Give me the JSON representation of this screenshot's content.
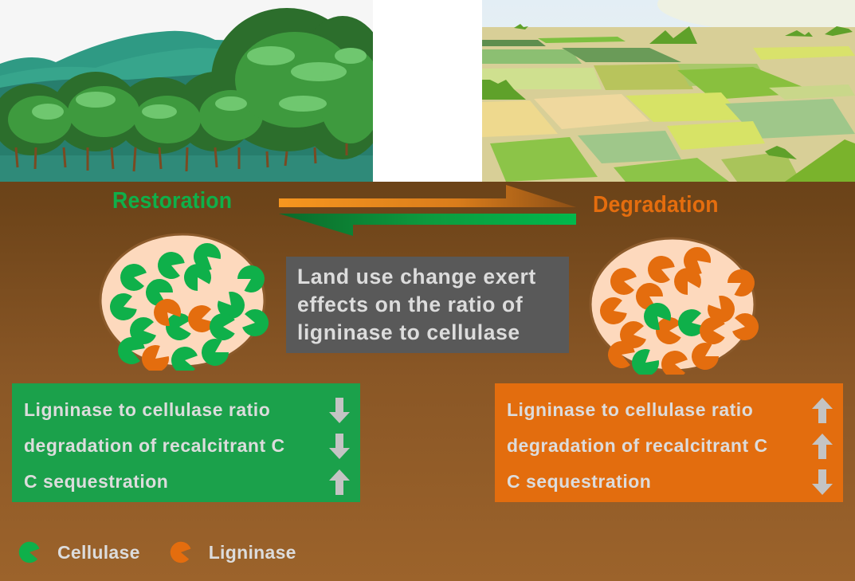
{
  "title": "Land use change and the ratio of ligninase to cellulase",
  "colors": {
    "cellulase": "#0fb04a",
    "ligninase": "#e46d0e",
    "restoration_panel": "#1ba14b",
    "degradation_panel": "#e36d0e",
    "center_box": "#595959",
    "text_light": "#dcdcdc",
    "arrow_trend": "#c4c4c4",
    "dish_fill": "#fdd9bd",
    "dish_rim": "#8b5a2b"
  },
  "scenes": {
    "left": {
      "name": "forest",
      "description": "forest landscape with mountains"
    },
    "right": {
      "name": "farmland",
      "description": "agricultural fields"
    }
  },
  "transition": {
    "restoration_label": "Restoration",
    "degradation_label": "Degradation",
    "forward_arrow": "toward-degradation",
    "reverse_arrow": "toward-restoration"
  },
  "center_text": {
    "lines": [
      "Land use change exert",
      "effects on the ratio of",
      "ligninase to cellulase"
    ]
  },
  "dishes": {
    "restoration": {
      "cellulase_count": 15,
      "ligninase_count": 3
    },
    "degradation": {
      "cellulase_count": 3,
      "ligninase_count": 15
    }
  },
  "effects": {
    "restoration": [
      {
        "label": "Ligninase to cellulase ratio",
        "trend": "down"
      },
      {
        "label": "degradation of recalcitrant C",
        "trend": "down"
      },
      {
        "label": "C sequestration",
        "trend": "up"
      }
    ],
    "degradation": [
      {
        "label": "Ligninase to cellulase ratio",
        "trend": "up"
      },
      {
        "label": "degradation of recalcitrant C",
        "trend": "up"
      },
      {
        "label": "C sequestration",
        "trend": "down"
      }
    ]
  },
  "legend": [
    {
      "label": "Cellulase",
      "icon": "pacman-green-icon"
    },
    {
      "label": "Ligninase",
      "icon": "pacman-orange-icon"
    }
  ]
}
